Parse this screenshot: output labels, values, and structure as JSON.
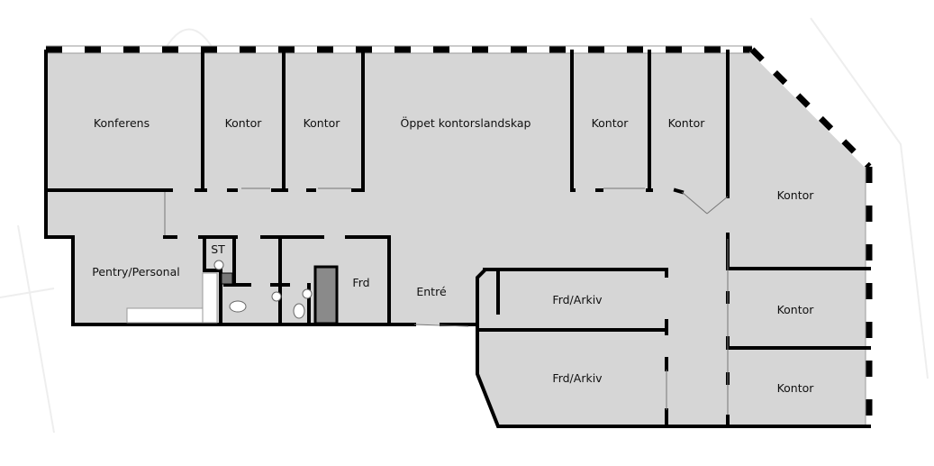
{
  "title": "Floor plan",
  "rooms": {
    "konferens": "Konferens",
    "kontor_1": "Kontor",
    "kontor_2": "Kontor",
    "open_office": "Öppet kontorslandskap",
    "kontor_3": "Kontor",
    "kontor_4": "Kontor",
    "kontor_corner": "Kontor",
    "kontor_right_mid": "Kontor",
    "kontor_right_bottom": "Kontor",
    "pentry": "Pentry/Personal",
    "st": "ST",
    "frd": "Frd",
    "entre": "Entré",
    "frd_arkiv_1": "Frd/Arkiv",
    "frd_arkiv_2": "Frd/Arkiv"
  },
  "colors": {
    "floor": "#d6d6d6",
    "wall": "#000000",
    "shaft": "#8a8a8a"
  }
}
